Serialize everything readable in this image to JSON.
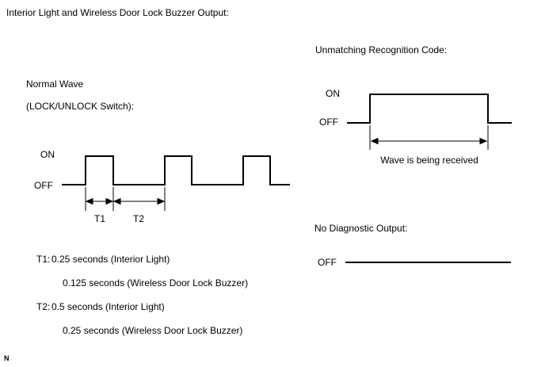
{
  "page": {
    "title": "Interior Light and Wireless Door Lock Buzzer Output:",
    "footnote_marker": "N",
    "background_color": "#ffffff",
    "line_color": "#000000",
    "text_color": "#000000"
  },
  "normal_wave": {
    "label_line1": "Normal Wave",
    "label_line2": "(LOCK/UNLOCK Switch):",
    "on_label": "ON",
    "off_label": "OFF",
    "t1_marker": "T1",
    "t2_marker": "T2",
    "pulses_shown": 3
  },
  "timing_notes": {
    "t1_prefix": "T1:",
    "t1_interior_light": "0.25 seconds (Interior Light)",
    "t1_buzzer": "0.125 seconds (Wireless Door Lock Buzzer)",
    "t2_prefix": "T2:",
    "t2_interior_light": "0.5 seconds (Interior Light)",
    "t2_buzzer": "0.25 seconds (Wireless Door Lock Buzzer)"
  },
  "unmatching_code": {
    "heading": "Unmatching Recognition Code:",
    "on_label": "ON",
    "off_label": "OFF",
    "annotation": "Wave is being received"
  },
  "no_diagnostic": {
    "heading": "No Diagnostic Output:",
    "off_label": "OFF"
  }
}
